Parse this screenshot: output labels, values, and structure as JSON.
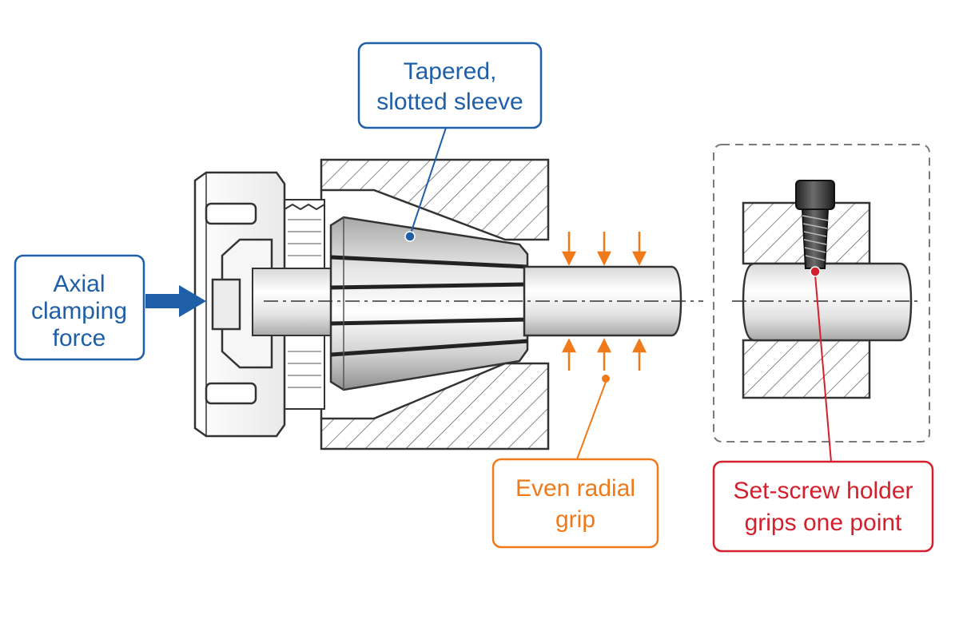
{
  "callouts": {
    "axial": {
      "line1": "Axial",
      "line2": "clamping",
      "line3": "force"
    },
    "sleeve": {
      "line1": "Tapered,",
      "line2": "slotted sleeve"
    },
    "radial": {
      "line1": "Even radial",
      "line2": "grip"
    },
    "setscrew": {
      "line1": "Set-screw holder",
      "line2": "grips one point"
    }
  },
  "colors": {
    "blue": "#1f5fa8",
    "orange": "#f07a1a",
    "red": "#d4202c",
    "steel_dark": "#333333",
    "hatch": "#555555",
    "dashed_frame": "#7a7a7a"
  }
}
